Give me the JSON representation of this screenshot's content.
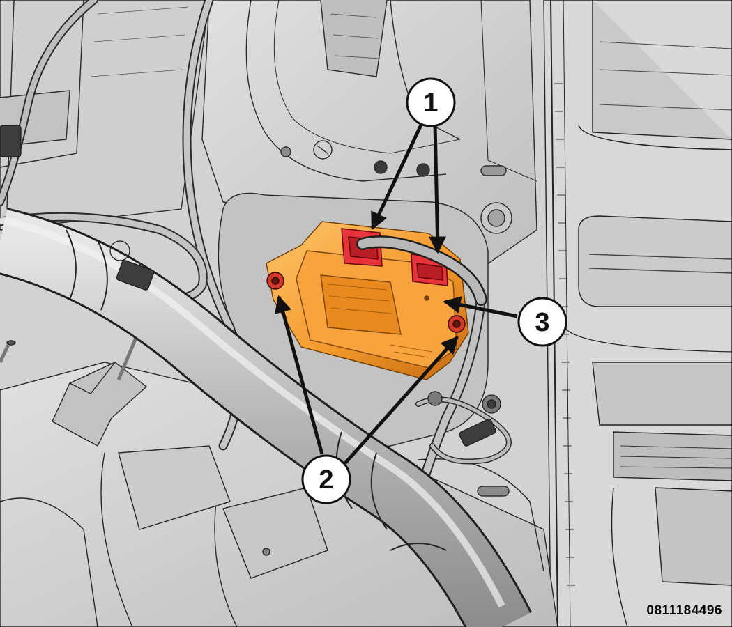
{
  "diagram": {
    "callouts": [
      {
        "id": "1",
        "label": "1"
      },
      {
        "id": "2",
        "label": "2"
      },
      {
        "id": "3",
        "label": "3"
      }
    ],
    "figure_id": "0811184496",
    "colors": {
      "module": "#f39a2c",
      "connector": "#e8333a",
      "background": "#d4d4d4",
      "linework": "#262626",
      "callout_fill": "#ffffff"
    }
  }
}
